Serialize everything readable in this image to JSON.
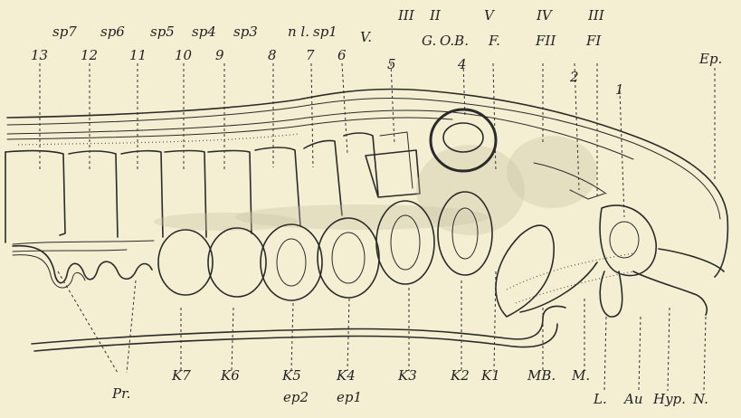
{
  "figure": {
    "top_labels": {
      "seg13": "13",
      "sp7": "sp7",
      "seg12": "12",
      "sp6": "sp6",
      "seg11": "11",
      "sp5": "sp5",
      "seg10": "10",
      "sp4": "sp4",
      "seg9": "9",
      "sp3": "sp3",
      "seg8": "8",
      "nl": "n l.",
      "sp1": "sp1",
      "seg7": "7",
      "seg6": "6",
      "V_upper": "V.",
      "seg5": "5",
      "III_upper": "III",
      "II_upper": "II",
      "G": "G.",
      "OB": "O.B.",
      "seg4": "4",
      "V_right": "V",
      "F": "F.",
      "IV": "IV",
      "FII": "FII",
      "III_right": "III",
      "FI": "FI",
      "seg2": "2",
      "seg1": "1",
      "Ep": "Ep."
    },
    "bottom_labels": {
      "Pr": "Pr.",
      "K7": "K7",
      "K6": "K6",
      "K5": "K5",
      "ep2": "ep2",
      "K4": "K4",
      "ep1": "ep1",
      "K3": "K3",
      "K2": "K2",
      "K1": "K1",
      "MB": "MB.",
      "M": "M.",
      "L": "L.",
      "Au": "Au",
      "Hyp": "Hyp.",
      "N": "N."
    }
  }
}
